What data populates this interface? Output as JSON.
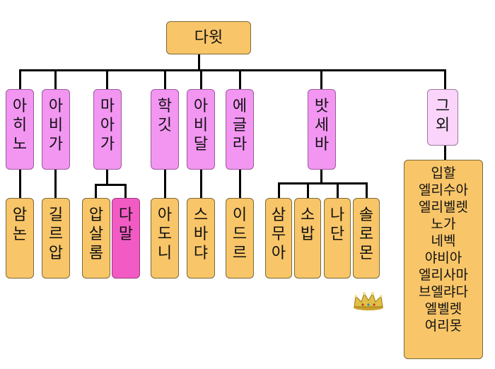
{
  "root": "다윗",
  "branches": [
    {
      "name": "아히노",
      "children": [
        "암논"
      ]
    },
    {
      "name": "아비가",
      "children": [
        "길르압"
      ]
    },
    {
      "name": "마아가",
      "children": [
        "압살롬",
        "다말"
      ]
    },
    {
      "name": "학깃",
      "children": [
        "아도니"
      ]
    },
    {
      "name": "아비달",
      "children": [
        "스바댜"
      ]
    },
    {
      "name": "에글라",
      "children": [
        "이드르"
      ]
    },
    {
      "name": "밧세바",
      "children": [
        "삼무아",
        "소밥",
        "나단",
        "솔로몬"
      ]
    },
    {
      "name": "그외",
      "children": [
        "입할",
        "엘리수아",
        "엘리벨렛",
        "노가",
        "네벡",
        "야비아",
        "엘리사마",
        "브엘랴다",
        "엘벨렛",
        "여리못"
      ]
    }
  ],
  "highlight": {
    "child": "다말",
    "color": "#f25bc4"
  },
  "crown_marker": {
    "icon": "crown-icon",
    "below": "솔로몬"
  },
  "colors": {
    "root": "#f8c568",
    "mother": "#f296f2",
    "child": "#f8c568",
    "others_header": "#fbd4fb"
  }
}
